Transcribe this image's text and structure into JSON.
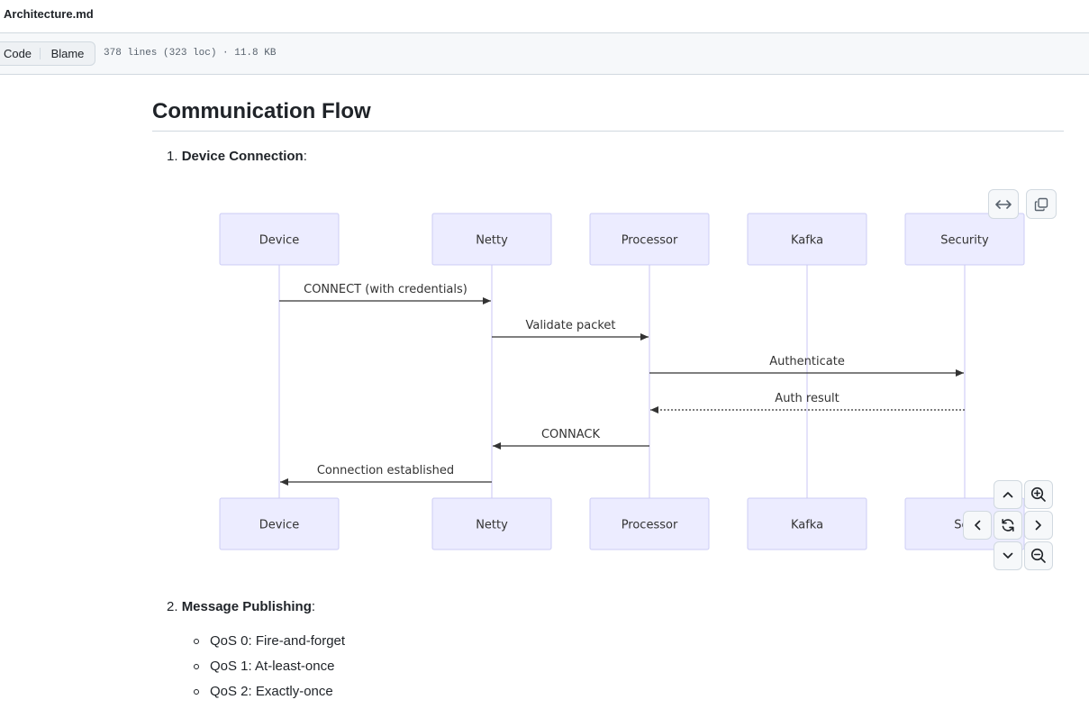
{
  "file": {
    "name": "Architecture.md",
    "meta": "378 lines (323 loc) · 11.8 KB"
  },
  "toolbar": {
    "code_label": "Code",
    "blame_label": "Blame"
  },
  "section": {
    "heading": "Communication Flow",
    "steps": [
      {
        "number": "1.",
        "title": "Device Connection",
        "suffix": ":"
      },
      {
        "number": "2.",
        "title": "Message Publishing",
        "suffix": ":"
      }
    ]
  },
  "diagram": {
    "participants": [
      "Device",
      "Netty",
      "Processor",
      "Kafka",
      "Security"
    ],
    "participants_bottom": [
      "Device",
      "Netty",
      "Processor",
      "Kafka",
      "Sec"
    ],
    "messages": [
      {
        "label": "CONNECT (with credentials)",
        "from": 0,
        "to": 1,
        "style": "solid"
      },
      {
        "label": "Validate packet",
        "from": 1,
        "to": 2,
        "style": "solid"
      },
      {
        "label": "Authenticate",
        "from": 2,
        "to": 4,
        "style": "solid"
      },
      {
        "label": "Auth result",
        "from": 4,
        "to": 2,
        "style": "dotted"
      },
      {
        "label": "CONNACK",
        "from": 2,
        "to": 1,
        "style": "solid"
      },
      {
        "label": "Connection established",
        "from": 1,
        "to": 0,
        "style": "solid"
      }
    ],
    "colors": {
      "box_fill": "#ececff",
      "box_stroke": "#cccdf5",
      "lifeline": "#dcd8f8",
      "arrow": "#333333"
    },
    "controls": [
      "fullscreen-icon",
      "copy-icon",
      "pan-up-icon",
      "zoom-in-icon",
      "pan-left-icon",
      "reset-icon",
      "pan-right-icon",
      "pan-down-icon",
      "zoom-out-icon"
    ]
  },
  "qos": [
    "QoS 0: Fire-and-forget",
    "QoS 1: At-least-once",
    "QoS 2: Exactly-once"
  ]
}
